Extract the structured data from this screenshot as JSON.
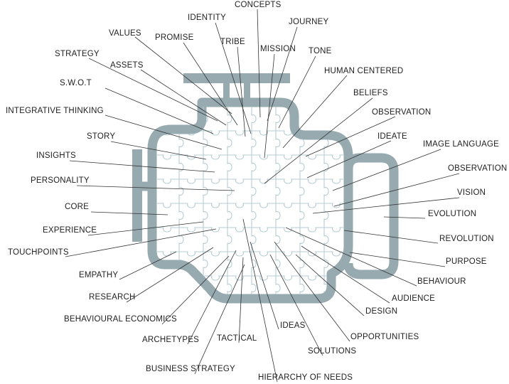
{
  "colors": {
    "engine": "#96aab0",
    "puzzle": "#b6ccd3",
    "line": "#333333",
    "text": "#222222"
  },
  "labels": [
    "CONCEPTS",
    "IDENTITY",
    "JOURNEY",
    "VALUES",
    "PROMISE",
    "TRIBE",
    "MISSION",
    "TONE",
    "STRATEGY",
    "ASSETS",
    "HUMAN CENTERED",
    "S.W.O.T",
    "BELIEFS",
    "OBSERVATION",
    "INTEGRATIVE THINKING",
    "IDEATE",
    "STORY",
    "IMAGE LANGUAGE",
    "INSIGHTS",
    "OBSERVATION",
    "PERSONALITY",
    "VISION",
    "CORE",
    "EVOLUTION",
    "EXPERIENCE",
    "REVOLUTION",
    "TOUCHPOINTS",
    "PURPOSE",
    "EMPATHY",
    "BEHAVIOUR",
    "RESEARCH",
    "AUDIENCE",
    "DESIGN",
    "BEHAVIOURAL ECONOMICS",
    "IDEAS",
    "ARCHETYPES",
    "TACTICAL",
    "OPPORTUNITIES",
    "SOLUTIONS",
    "BUSINESS STRATEGY",
    "HIERARCHY OF NEEDS"
  ]
}
